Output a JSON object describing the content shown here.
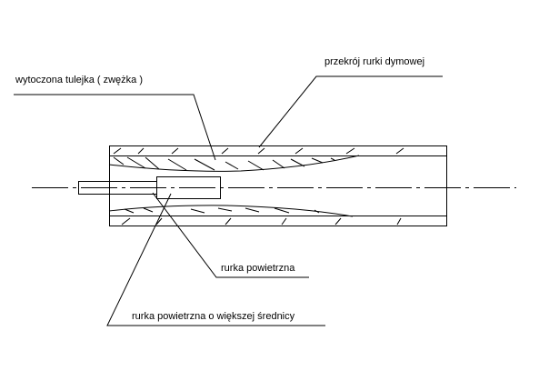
{
  "labels": {
    "bushing": "wytoczona tulejka ( zwężka )",
    "smoke_tube_section": "przekrój rurki dymowej",
    "air_tube": "rurka powietrzna",
    "air_tube_larger": "rurka powietrzna o większej średnicy"
  },
  "colors": {
    "line": "#000000",
    "background": "#ffffff"
  }
}
